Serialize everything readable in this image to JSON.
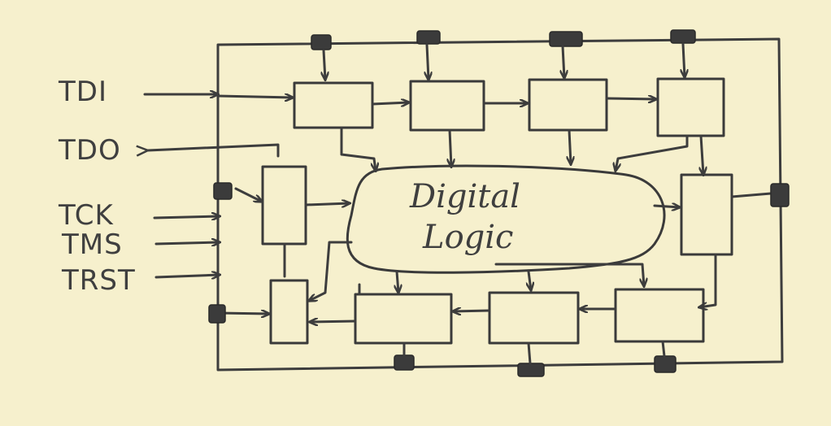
{
  "diagram": {
    "signals": {
      "tdi": "TDI",
      "tdo": "TDO",
      "tck": "TCK",
      "tms": "TMS",
      "trst": "TRST"
    },
    "core": {
      "line1": "Digital",
      "line2": "Logic"
    },
    "colors": {
      "paper": "#f6f0cd",
      "ink": "#3d3d3d"
    }
  }
}
